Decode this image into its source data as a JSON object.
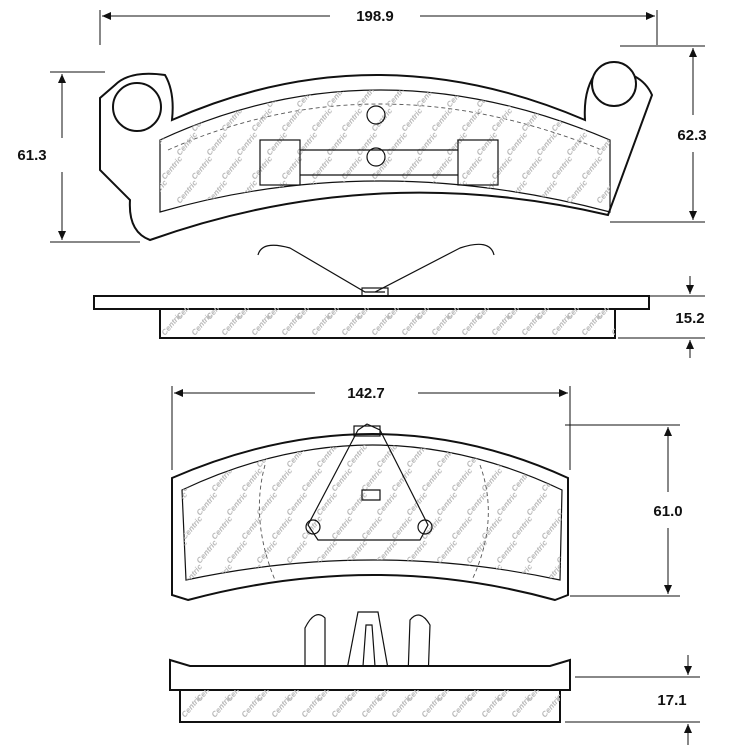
{
  "watermark": {
    "text": "Centric",
    "color": "#b9b9b9"
  },
  "dimensions": {
    "top_pad_width": "198.9",
    "top_pad_left_height": "61.3",
    "top_pad_right_height": "62.3",
    "top_pad_thickness": "15.2",
    "bottom_pad_width": "142.7",
    "bottom_pad_height": "61.0",
    "bottom_pad_thickness": "17.1"
  },
  "colors": {
    "line": "#111111",
    "background": "#ffffff"
  }
}
